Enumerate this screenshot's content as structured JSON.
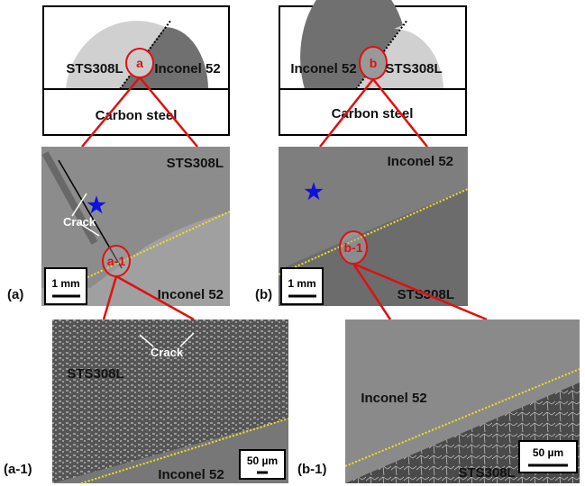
{
  "schematic_a": {
    "left": "STS308L",
    "right": "Inconel 52",
    "base": "Carbon steel",
    "marker": "a"
  },
  "schematic_b": {
    "left": "Inconel 52",
    "right": "STS308L",
    "base": "Carbon steel",
    "marker": "b"
  },
  "panel_a": {
    "label": "(a)",
    "top": "STS308L",
    "bottom": "Inconel 52",
    "crack": "Crack",
    "marker": "a-1",
    "scale": "1 mm"
  },
  "panel_b": {
    "label": "(b)",
    "top": "Inconel 52",
    "bottom": "STS308L",
    "marker": "b-1",
    "scale": "1 mm"
  },
  "panel_a1": {
    "label": "(a-1)",
    "top": "STS308L",
    "bottom": "Inconel 52",
    "crack": "Crack",
    "scale": "50 µm"
  },
  "panel_b1": {
    "label": "(b-1)",
    "top": "Inconel 52",
    "bottom": "STS308L",
    "scale": "50 µm"
  },
  "colors": {
    "marker": "#e01010",
    "boundary": "#f0e020",
    "star": "#1010e0"
  }
}
